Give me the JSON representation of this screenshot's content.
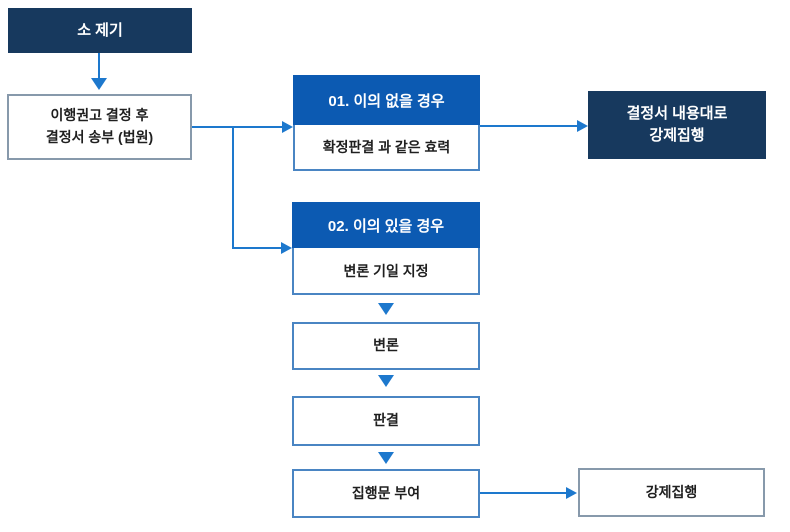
{
  "colors": {
    "navy": "#17395e",
    "header_blue": "#0c5ab2",
    "line_blue": "#1d78cd",
    "border_blue": "#4a85c3",
    "border_gray": "#8799ab",
    "text_dark": "#1f1f1f",
    "text_white": "#ffffff"
  },
  "nodes": {
    "filing": {
      "label": "소 제기"
    },
    "recommendation": {
      "line1": "이행권고 결정 후",
      "line2": "결정서 송부 (법원)"
    },
    "case1": {
      "header": "01. 이의 없을 경우",
      "body": "확정판결 과 같은 효력"
    },
    "enforce_decision": {
      "line1": "결정서 내용대로",
      "line2": "강제집행"
    },
    "case2": {
      "header": "02. 이의 있을 경우",
      "body": "변론 기일 지정"
    },
    "pleading": {
      "label": "변론"
    },
    "judgment": {
      "label": "판결"
    },
    "execution_clause": {
      "label": "집행문 부여"
    },
    "enforcement": {
      "label": "강제집행"
    }
  }
}
